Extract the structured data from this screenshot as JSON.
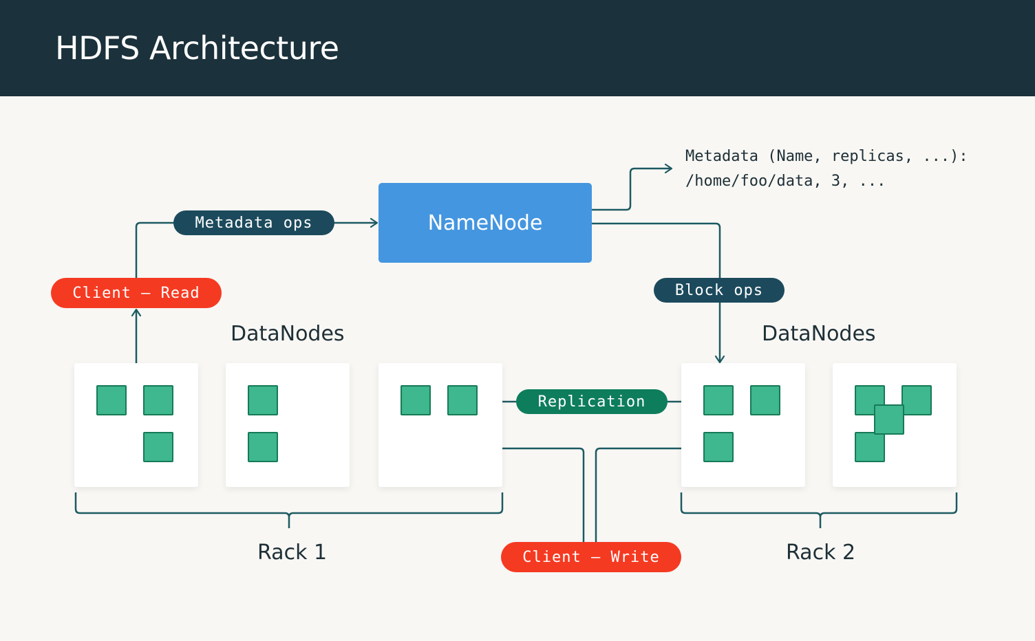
{
  "header": {
    "title": "HDFS Architecture"
  },
  "namenode": {
    "label": "NameNode"
  },
  "metadata_note": {
    "line1": "Metadata (Name, replicas, ...):",
    "line2": "/home/foo/data, 3, ..."
  },
  "labels": {
    "metadata_ops": "Metadata ops",
    "block_ops": "Block ops",
    "client_read": "Client — Read",
    "client_write": "Client — Write",
    "replication": "Replication"
  },
  "datanodes": {
    "left_heading": "DataNodes",
    "right_heading": "DataNodes"
  },
  "racks": [
    {
      "label": "Rack 1",
      "nodes": [
        3,
        2,
        2
      ]
    },
    {
      "label": "Rack 2",
      "nodes": [
        3,
        4
      ]
    }
  ],
  "colors": {
    "header_bg": "#1b313b",
    "background": "#f8f7f4",
    "namenode": "#4496e0",
    "label_dark": "#1c4a5c",
    "client": "#f53a22",
    "replication": "#0e7d5c",
    "block_fill": "#3fb78f",
    "block_border": "#167a55",
    "connector": "#1c5a61"
  }
}
